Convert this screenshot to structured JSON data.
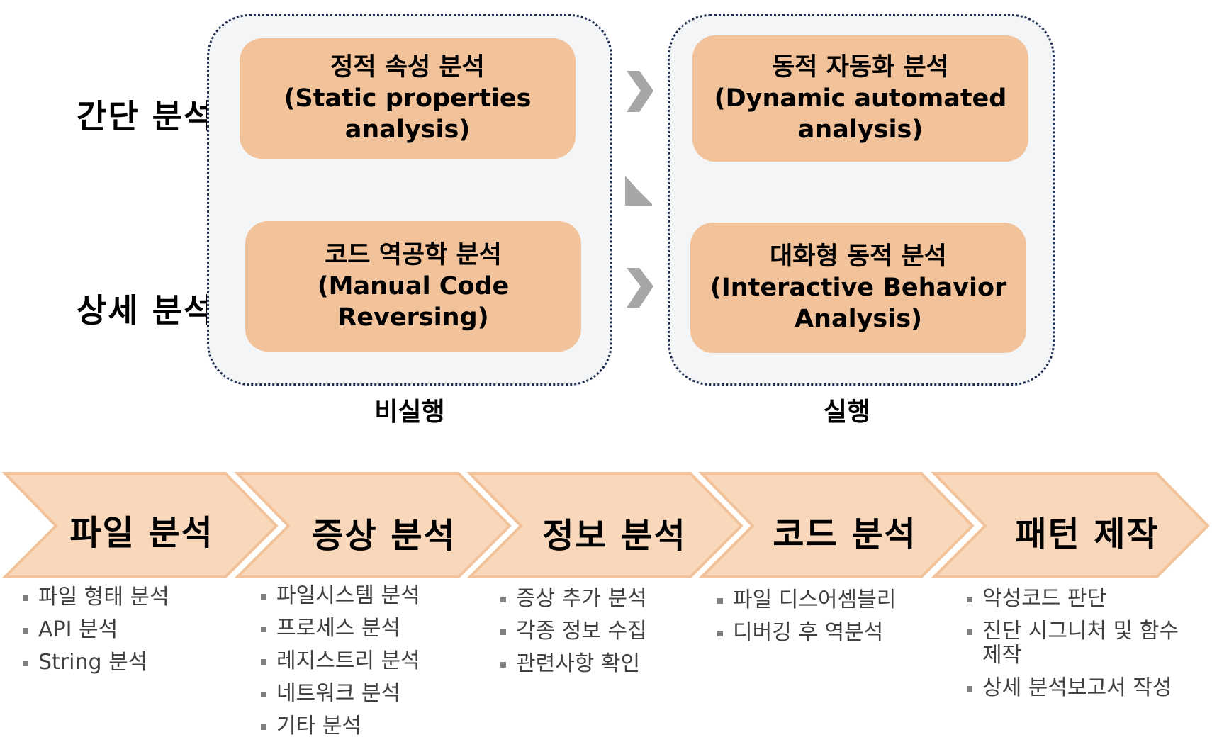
{
  "rows": {
    "simple": "간단 분석",
    "detailed": "상세 분석"
  },
  "groups": {
    "non_exec": {
      "caption": "비실행",
      "static": {
        "line1": "정적 속성 분석",
        "line2": "(Static properties analysis)"
      },
      "reverse": {
        "line1": "코드 역공학 분석",
        "line2": "(Manual Code Reversing)"
      }
    },
    "exec": {
      "caption": "실행",
      "dynamic": {
        "line1": "동적 자동화 분석",
        "line2": "(Dynamic automated",
        "line3": "analysis)"
      },
      "interactive": {
        "line1": "대화형 동적 분석",
        "line2": "(Interactive Behavior",
        "line3": "Analysis)"
      }
    }
  },
  "process": [
    {
      "title": "파일 분석",
      "bullets": [
        "파일 형태 분석",
        "API 분석",
        "String 분석"
      ]
    },
    {
      "title": "증상 분석",
      "bullets": [
        "파일시스템 분석",
        "프로세스 분석",
        "레지스트리 분석",
        "네트워크 분석",
        "기타 분석"
      ]
    },
    {
      "title": "정보 분석",
      "bullets": [
        "증상 추가 분석",
        "각종 정보 수집",
        "관련사항 확인"
      ]
    },
    {
      "title": "코드 분석",
      "bullets": [
        "파일 디스어셈블리",
        "디버깅 후 역분석"
      ]
    },
    {
      "title": "패턴 제작",
      "bullets": [
        "악성코드 판단",
        "진단 시그니처 및 함수 제작",
        "상세 분석보고서 작성"
      ]
    }
  ],
  "colors": {
    "box_fill": "#f2c29a",
    "chevron_fill": "#f8d7bb",
    "chevron_edge": "#f2c29a",
    "group_border": "#1f2f52",
    "arrow": "#a6a6a6"
  }
}
